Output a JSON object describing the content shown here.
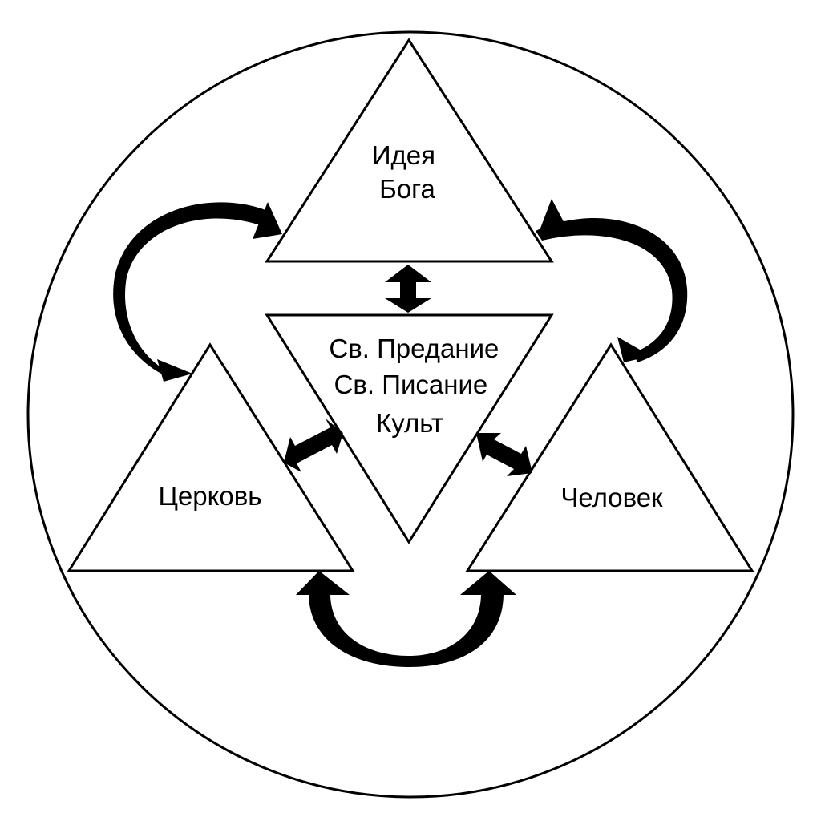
{
  "nodes": {
    "god_idea": {
      "lines": [
        "Идея",
        "Бога"
      ]
    },
    "center": {
      "lines": [
        "Св. Предание",
        "Св. Писание",
        "Культ"
      ]
    },
    "church": {
      "lines": [
        "Церковь"
      ]
    },
    "person": {
      "lines": [
        "Человек"
      ]
    }
  },
  "colors": {
    "stroke": "#000000",
    "fill": "#ffffff",
    "arrow": "#000000"
  }
}
